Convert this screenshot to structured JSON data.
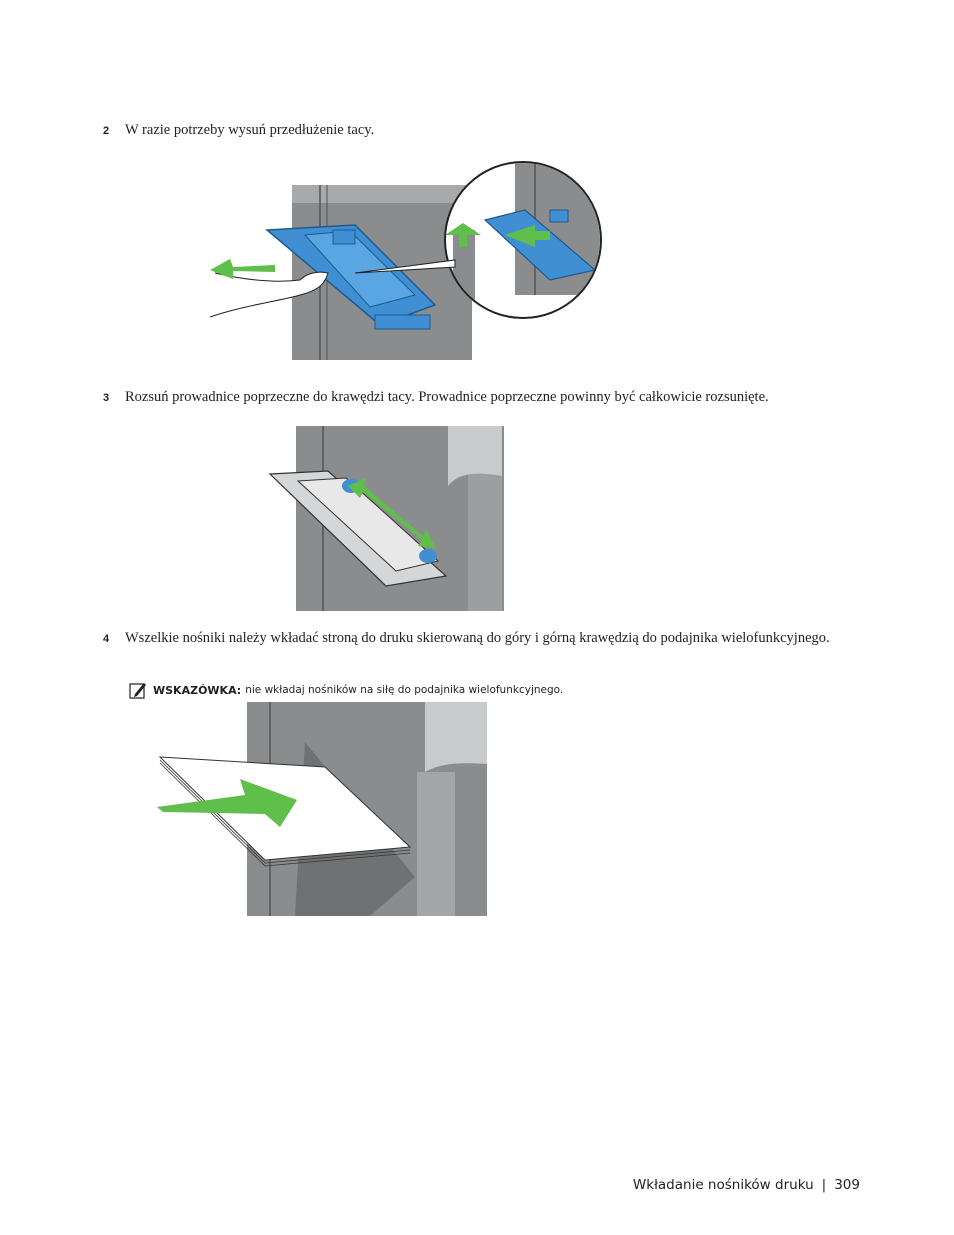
{
  "steps": [
    {
      "number": "2",
      "text": "W razie potrzeby wysuń przedłużenie tacy."
    },
    {
      "number": "3",
      "text": "Rozsuń prowadnice poprzeczne do krawędzi tacy. Prowadnice poprzeczne powinny być całkowicie rozsunięte."
    },
    {
      "number": "4",
      "text": "Wszelkie nośniki należy wkładać stroną do druku skierowaną do góry i górną krawędzią do podajnika wielofunkcyjnego."
    }
  ],
  "note": {
    "icon": "pencil-note-icon",
    "label": "WSKAZÓWKA:",
    "text": "nie wkładaj nośników na siłę do podajnika wielofunkcyjnego."
  },
  "footer": {
    "section": "Wkładanie nośników druku",
    "separator": "|",
    "page": "309"
  },
  "colors": {
    "printer_gray": "#8a8c8e",
    "tray_blue": "#3f8fd2",
    "arrow_green": "#5fbf4a",
    "text": "#231f20"
  }
}
